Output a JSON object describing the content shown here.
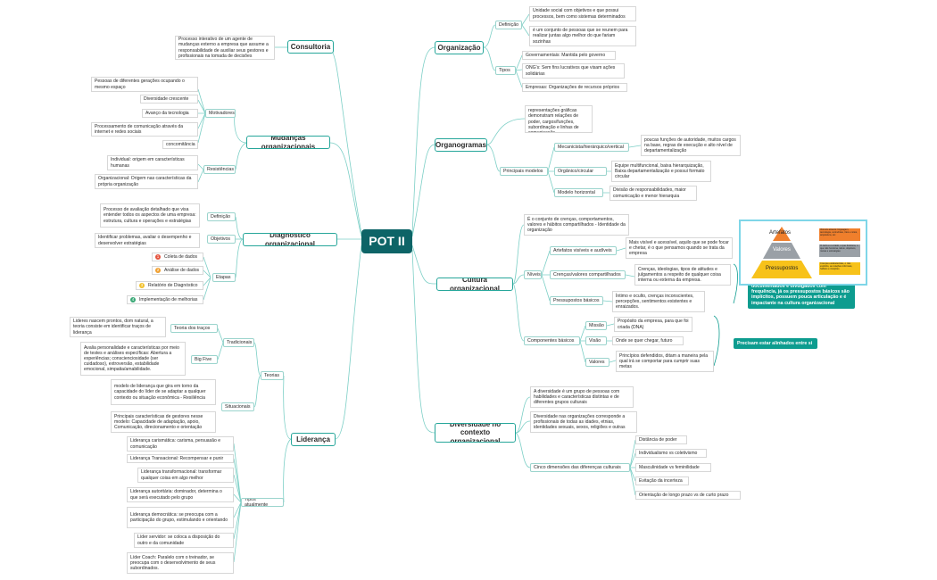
{
  "center": "POT II",
  "consultoria": {
    "label": "Consultoria",
    "desc": "Processo interativo de um agente de mudanças externo a empresa que assume a responsabilidade de auxiliar seus gestores e profissionais na tomada de decisões"
  },
  "mudancas": {
    "label": "Mudanças organizacionais",
    "motivadores_label": "Motivadores",
    "motivadores": [
      "Pessoas de diferentes gerações ocupando o mesmo espaço",
      "Diversidade crescente",
      "Avanço da tecnologia",
      "Processamento de comunicação através da internet e redes sociais",
      "concomitância"
    ],
    "resistencias_label": "Resistências",
    "resistencias": [
      "Individual: origem em características humanas",
      "Organizacional: Origem nas características da própria organização"
    ]
  },
  "diagnostico": {
    "label": "Diagnóstico organizacional",
    "definicao_label": "Definição",
    "definicao": "Processo de avaliação detalhado que visa entender todos os aspectos de uma empresa: estrutura, cultura e operações e estratégias",
    "objetivos_label": "Objetivos",
    "objetivos": "Identificar problemas, avaliar o desempenho e desenvolver estratégias",
    "etapas_label": "Etapas",
    "etapas": [
      {
        "n": "1",
        "text": "Coleta de dados",
        "color": "#e5533d"
      },
      {
        "n": "2",
        "text": "Análise de dados",
        "color": "#f0a030"
      },
      {
        "n": "3",
        "text": "Relatório de Diagnóstico",
        "color": "#f2c12e"
      },
      {
        "n": "4",
        "text": "Implementação de melhorias",
        "color": "#3aa876"
      }
    ]
  },
  "lideranca": {
    "label": "Liderança",
    "teorias_label": "Teorias",
    "tradicionais_label": "Tradicionais",
    "tracos_label": "Teoria dos traços",
    "tracos": "Lideres nascem prontos, dom natural, a teoria consiste em identificar traços de liderança",
    "bigfive_label": "Big Five",
    "bigfive": "Avalia personalidade e características por meio de testes e análises específicas: Abertura a experiências; conscienciosidade (ser cuidadoso), extroversão, estabilidade emocional, simpatia/amabilidade.",
    "situacionais_label": "Situacionais",
    "situacionais": [
      "modelo de liderança que gira em torno da capacidade do líder de se adaptar a qualquer contexto ou situação econômica - Resiliência",
      "Principais características de gestores nesse modelo: Capacidade de adaptação, apoio, Comunicação, direcionamento e orientação"
    ],
    "tipos_label": "Tipos atualmente",
    "tipos": [
      "Liderança carismática: carisma, persuasão e comunicação",
      "Liderança Transacional: Recompensar e punir",
      "Liderança transformacional: transformar qualquer coisa em algo melhor",
      "Liderança autoritária: dominador, determina o que será executado pelo grupo",
      "Liderança democrática: se preocupa com a participação do grupo, estimulando e orientando",
      "Líder servidor: se coloca a disposição do outro e da comunidade",
      "Líder Coach: Paralelo com o treinador, se preocupa com o desenvolvimento de seus subordinados."
    ]
  },
  "organizacao": {
    "label": "Organização",
    "definicao_label": "Definição",
    "definicoes": [
      "Unidade social com objetivos e que possui processos, bem como sistemas determinados",
      "é um conjunto de pessoas que se reunem para realizar juntas algo melhor do que fariam sozinhas"
    ],
    "tipos_label": "Tipos",
    "tipos": [
      "Governamentais: Mantida pelo governo",
      "ONG's: Sem fins lucrativos que visam ações solidárias",
      "Empresas: Organizações de recursos próprios"
    ]
  },
  "organogramas": {
    "label": "Organogramas",
    "desc": "são estruturas que através de representações gráficas demonstram relações de poder, cargos/funções, subordinação e linhas de comunicação",
    "modelos_label": "Principais modelos",
    "modelos": [
      {
        "name": "Mecanicista/hierárquico/vertical",
        "desc": "poucas funções de autoridade, muitos cargos na base, regras de execução e alto nível de departamentalização"
      },
      {
        "name": "Orgânico/circular",
        "desc": "Equipe multifuncional, baixa hierarquização, Baixa departamentalização e possui formato circular"
      },
      {
        "name": "Modelo horizontal",
        "desc": "Divisão de responsabilidades, maior comunicação e menor hierarquia"
      }
    ]
  },
  "cultura": {
    "label": "Cultura organizacional",
    "desc": "É o conjunto de crenças, comportamentos, valores e hábitos compartilhados - Identidade da organização",
    "niveis_label": "Níveis",
    "niveis": [
      {
        "name": "Artefatos visíveis e audíveis",
        "desc": "Mais visível e acessível, aquilo que se pode focar e chetar, é o que pensamos quando se trata da empresa"
      },
      {
        "name": "Crenças/valores compartilhados",
        "desc": "Crenças, ideologias, tipos de atitudes e julgamentos a respeito de qualquer coisa interna ou externa da empresa."
      },
      {
        "name": "Pressupostos básicos",
        "desc": "Íntimo e oculto, crenças inconscientes, percepções, sentimentos existentes e enraizados."
      }
    ],
    "componentes_label": "Componentes básicos",
    "componentes": [
      {
        "name": "Missão",
        "desc": "Propósito da empresa, para que foi criada (DNA)"
      },
      {
        "name": "Visão",
        "desc": "Onde se quer chegar, futuro"
      },
      {
        "name": "Valores",
        "desc": "Princípios defendidos, ditam a maneira pela qual irá se comportar para cumprir suas metas"
      }
    ],
    "callout_niveis": "Crenças e valores compartilhados são compartilhados e explicitados, documentados e divulgados com frequência, já os pressupostos básicos são implícitos, possuem pouca articulação e é impactante na cultura organizacional",
    "callout_componentes": "Precisam estar alinhados entre si",
    "pyramid": {
      "levels": [
        "Artefatos",
        "Valores",
        "Pressupostos"
      ],
      "colors": [
        "#f07f2c",
        "#9aa0a6",
        "#f7c21a"
      ],
      "notes": [
        "Visíveis através: linguagem, tecnologia, cerimônias, ritos e mitos, arquitetura, etc",
        "O certo e o errado, o que funciona, o que não funciona, tabus, objetivos, metas e estratégias",
        "Crenças estabelecidas, o não explícito, as relações informais, hábitos e intuições"
      ]
    }
  },
  "diversidade": {
    "label": "Diversidade no contexto organizacional",
    "desc1": "A diversidade é um grupo de pessoas com habilidades e características distintas e de diferentes grupos culturais",
    "desc2": "Diversidade nas organizações corresponde a profissionais de todas as idades, etnias, identidades sexuais, sexos, religiões e outras",
    "dimensoes_label": "Cinco dimensões das diferenças culturais",
    "dimensoes": [
      "Distância de poder",
      "Individualismo vs coletivismo",
      "Masculinidade vs feminilidade",
      "Evitação da incerteza",
      "Orientação de longo prazo vs de curto prazo"
    ]
  }
}
